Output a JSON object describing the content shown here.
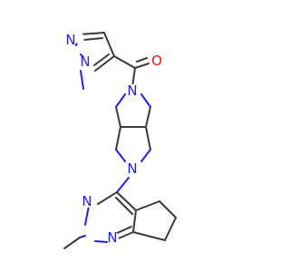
{
  "atoms": {
    "pyrazole_n1": "N",
    "pyrazole_n2": "N",
    "carbonyl_o": "O",
    "pyrrolidine_n_top": "N",
    "pyrrolidine_n_bottom": "N",
    "pyrimidine_n3": "N",
    "pyrimidine_n1": "N"
  },
  "colors": {
    "bond": "#3a3a3a",
    "nitrogen": "#2020ee",
    "oxygen": "#ee1111",
    "background": "#ffffff"
  }
}
